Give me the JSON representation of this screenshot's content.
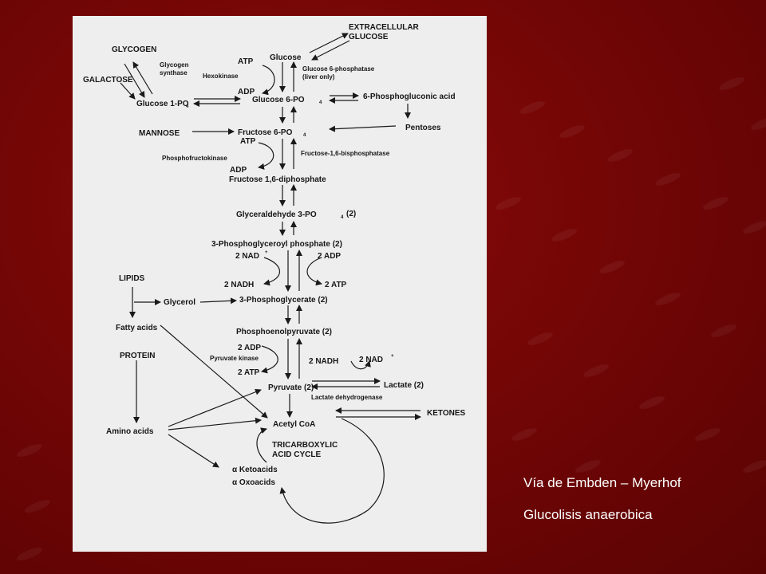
{
  "captions": {
    "line1": "Vía de Embden – Myerhof",
    "line2": "Glucolisis anaerobica"
  },
  "diagram": {
    "extracellular": "EXTRACELLULAR",
    "glucose_ext": "GLUCOSE",
    "glycogen": "GLYCOGEN",
    "galactose": "GALACTOSE",
    "glycogen_synthase_1": "Glycogen",
    "glycogen_synthase_2": "synthase",
    "hexokinase": "Hexokinase",
    "atp_1": "ATP",
    "adp_1": "ADP",
    "glucose": "Glucose",
    "glucose_6_phosphatase_1": "Glucose 6-phosphatase",
    "glucose_6_phosphatase_2": "(liver only)",
    "glucose_1_po": "Glucose 1-PO",
    "sub_4": "4",
    "glucose_6_po": "Glucose 6-PO",
    "phosphogluconic_acid": "6-Phosphogluconic acid",
    "mannose": "MANNOSE",
    "fructose_6_po": "Fructose 6-PO",
    "pentoses": "Pentoses",
    "atp_2": "ATP",
    "phosphofructokinase": "Phosphofructokinase",
    "fructose_bisphosphatase": "Fructose-1,6-bisphosphatase",
    "adp_2": "ADP",
    "fructose_diphosphate": "Fructose 1,6-diphosphate",
    "glyceraldehyde": "Glyceraldehyde 3-PO",
    "two_suffix": "(2)",
    "phosphoglyceroyl": "3-Phosphoglyceroyl phosphate (2)",
    "two_nad": "2 NAD",
    "plus": "+",
    "two_adp": "2 ADP",
    "lipids": "LIPIDS",
    "two_nadh": "2 NADH",
    "two_atp": "2 ATP",
    "glycerol": "Glycerol",
    "phosphoglycerate": "3-Phosphoglycerate (2)",
    "fatty_acids": "Fatty acids",
    "phosphoenolpyruvate": "Phosphoenolpyruvate (2)",
    "protein": "PROTEIN",
    "two_adp_b": "2 ADP",
    "pyruvate_kinase": "Pyruvate kinase",
    "two_atp_b": "2 ATP",
    "two_nadh_b": "2 NADH",
    "two_nad_b": "2 NAD",
    "pyruvate": "Pyruvate (2)",
    "lactate": "Lactate (2)",
    "lactate_dehydrogenase": "Lactate dehydrogenase",
    "acetyl_coa": "Acetyl CoA",
    "ketones": "KETONES",
    "amino_acids": "Amino acids",
    "tca_1": "TRICARBOXYLIC",
    "tca_2": "ACID CYCLE",
    "ketoacids": "α Ketoacids",
    "oxoacids": "α Oxoacids"
  }
}
